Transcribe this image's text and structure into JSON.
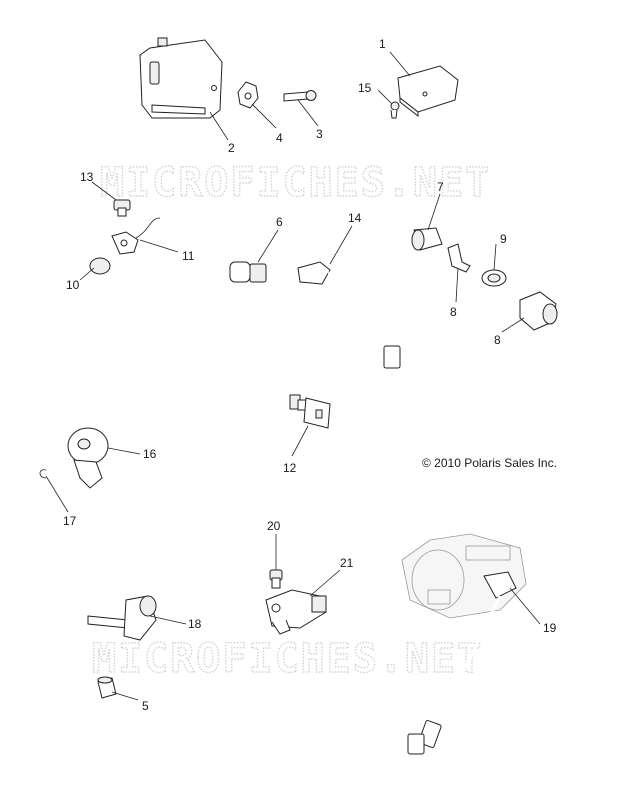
{
  "watermark": "MICROFICHES.NET",
  "copyright": "© 2010 Polaris Sales Inc.",
  "callouts": [
    "1",
    "2",
    "3",
    "4",
    "5",
    "6",
    "7",
    "8",
    "8",
    "9",
    "10",
    "11",
    "12",
    "13",
    "14",
    "15",
    "16",
    "17",
    "18",
    "19",
    "20",
    "21"
  ]
}
